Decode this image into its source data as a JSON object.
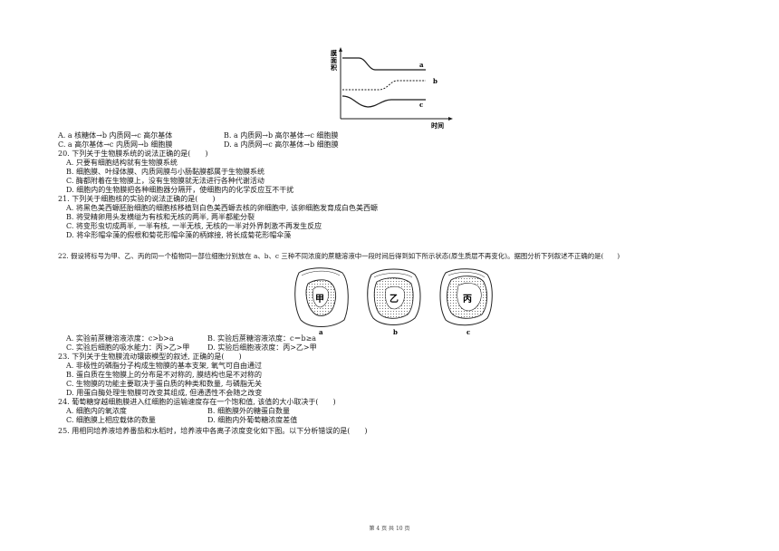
{
  "graph": {
    "y_label_chars": [
      "膜",
      "面",
      "积"
    ],
    "x_label": "时间",
    "curve_labels": [
      "a",
      "b",
      "c"
    ]
  },
  "q19_options": {
    "A": "A. a 核糖体→b 内质网→c 高尔基体",
    "B": "B. a 内质网→b 高尔基体→c 细胞膜",
    "C": "C. a 高尔基体→c 内质网→b 细胞膜",
    "D": "D. a 内质网→c 高尔基体→b 细胞膜"
  },
  "q20": {
    "stem": "20. 下列关于生物膜系统的说法正确的是(　　)",
    "options": [
      "A. 只要有细胞结构就有生物膜系统",
      "B. 细胞膜、叶绿体膜、内质网膜与小肠黏膜都属于生物膜系统",
      "C. 酶都附着在生物膜上，没有生物膜就无法进行各种代谢活动",
      "D. 细胞内的生物膜把各种细胞器分隔开，使细胞内的化学反应互不干扰"
    ]
  },
  "q21": {
    "stem": "21. 下列关于细胞核的实验的说法正确的是(　　)",
    "options": [
      "A. 将黑色美西螈胚胎细胞的细胞核移植到白色美西螈去核的卵细胞中, 该卵细胞发育成白色美西螈",
      "B. 将受精卵用头发横缢为有核和无核的两半, 两半都能分裂",
      "C. 将变形虫切成两半, 一半有核, 一半无核, 无核的一半对外界刺激不再发生反应",
      "D. 将伞形帽伞藻的假根和菊花形帽伞藻的柄嫁接, 将长成菊花形帽伞藻"
    ]
  },
  "q22": {
    "stem": "22. 假设将标号为甲、乙、丙的同一个植物同一部位细胞分别放在 a、b、c 三种不同浓度的蔗糖溶液中一段时间后得到如下所示状态(原生质层不再变化)。据图分析下列叙述不正确的是(　　)",
    "cell_labels": [
      "甲",
      "乙",
      "丙"
    ],
    "solution_labels": [
      "a",
      "b",
      "c"
    ],
    "options": {
      "A": "A. 实验前蔗糖溶液浓度：c>b>a",
      "B": "B. 实验后蔗糖溶液浓度：c＝b≥a",
      "C": "C. 实验后细胞的吸水能力：丙>乙>甲",
      "D": "D. 实验后细胞液浓度：丙>乙>甲"
    }
  },
  "q23": {
    "stem": "23. 下列关于生物膜流动镶嵌模型的叙述, 正确的是(　　)",
    "options": [
      "A. 非极性的磷脂分子构成生物膜的基本支架, 氧气可自由通过",
      "B. 蛋白质在生物膜上的分布是不对称的, 膜结构也是不对称的",
      "C. 生物膜的功能主要取决于蛋白质的种类和数量, 与磷脂无关",
      "D. 用蛋白酶处理生物膜可改变其组成, 但通透性不会随之改变"
    ]
  },
  "q24": {
    "stem": "24. 葡萄糖穿越细胞膜进入红细胞的运输速度存在一个饱和值, 该值的大小取决于(　　)",
    "options": {
      "A": "A. 细胞内的氧浓度",
      "B": "B. 细胞膜外的糖蛋白数量",
      "C": "C. 细胞膜上相应载体的数量",
      "D": "D. 细胞内外葡萄糖浓度差值"
    }
  },
  "q25": {
    "stem": "25. 用相同培养液培养番茄和水稻时，培养液中各离子浓度变化如下图。以下分析错误的是(　　)"
  },
  "footer": "第 4 页 共 10 页"
}
